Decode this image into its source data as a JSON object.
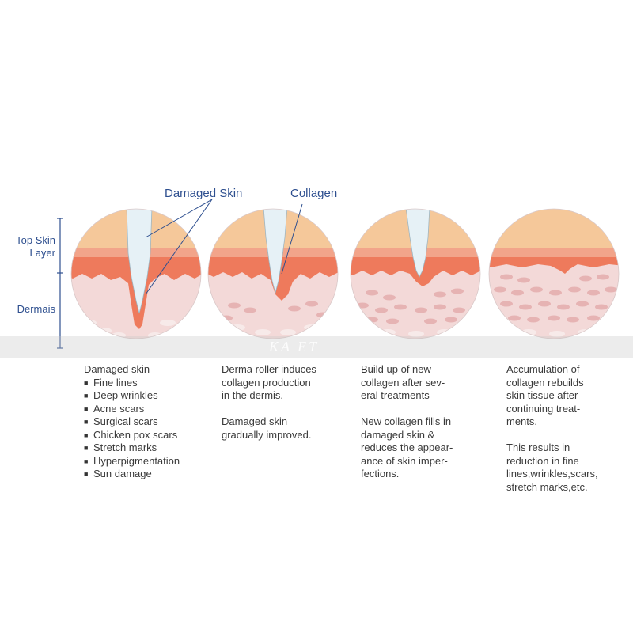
{
  "labels": {
    "damaged_skin_callout": "Damaged Skin",
    "collagen_callout": "Collagen",
    "top_skin_layer": "Top Skin Layer",
    "dermis": "Dermais",
    "watermark": "KA ET"
  },
  "columns": [
    {
      "title": "Damaged skin",
      "items": [
        "Fine lines",
        "Deep wrinkles",
        "Acne scars",
        "Surgical scars",
        "Chicken pox scars",
        "Stretch marks",
        "Hyperpigmentation",
        "Sun damage"
      ]
    },
    {
      "lines1": [
        "Derma roller induces",
        "collagen production",
        "in the dermis."
      ],
      "lines2": [
        "Damaged skin",
        "gradually improved."
      ]
    },
    {
      "lines1": [
        "Build up of new",
        "collagen after sev-",
        "eral treatments"
      ],
      "lines2": [
        "New collagen fills in",
        "damaged skin &",
        "reduces the appear-",
        "ance of skin imper-",
        "fections."
      ]
    },
    {
      "lines1": [
        "Accumulation of",
        "collagen rebuilds",
        "skin tissue after",
        "continuing treat-",
        "ments."
      ],
      "lines2": [
        "This results in",
        "reduction in fine",
        "lines,wrinkles,scars,",
        "stretch marks,etc."
      ]
    }
  ],
  "colors": {
    "top_layer": "#f5c89a",
    "epidermis_band": "#f2a48a",
    "red_layer": "#ee7a5c",
    "dermis": "#f3d9d8",
    "cells": "#e6b3b3",
    "needle": "#e6f1f6",
    "label_blue": "#2e4f8f"
  }
}
